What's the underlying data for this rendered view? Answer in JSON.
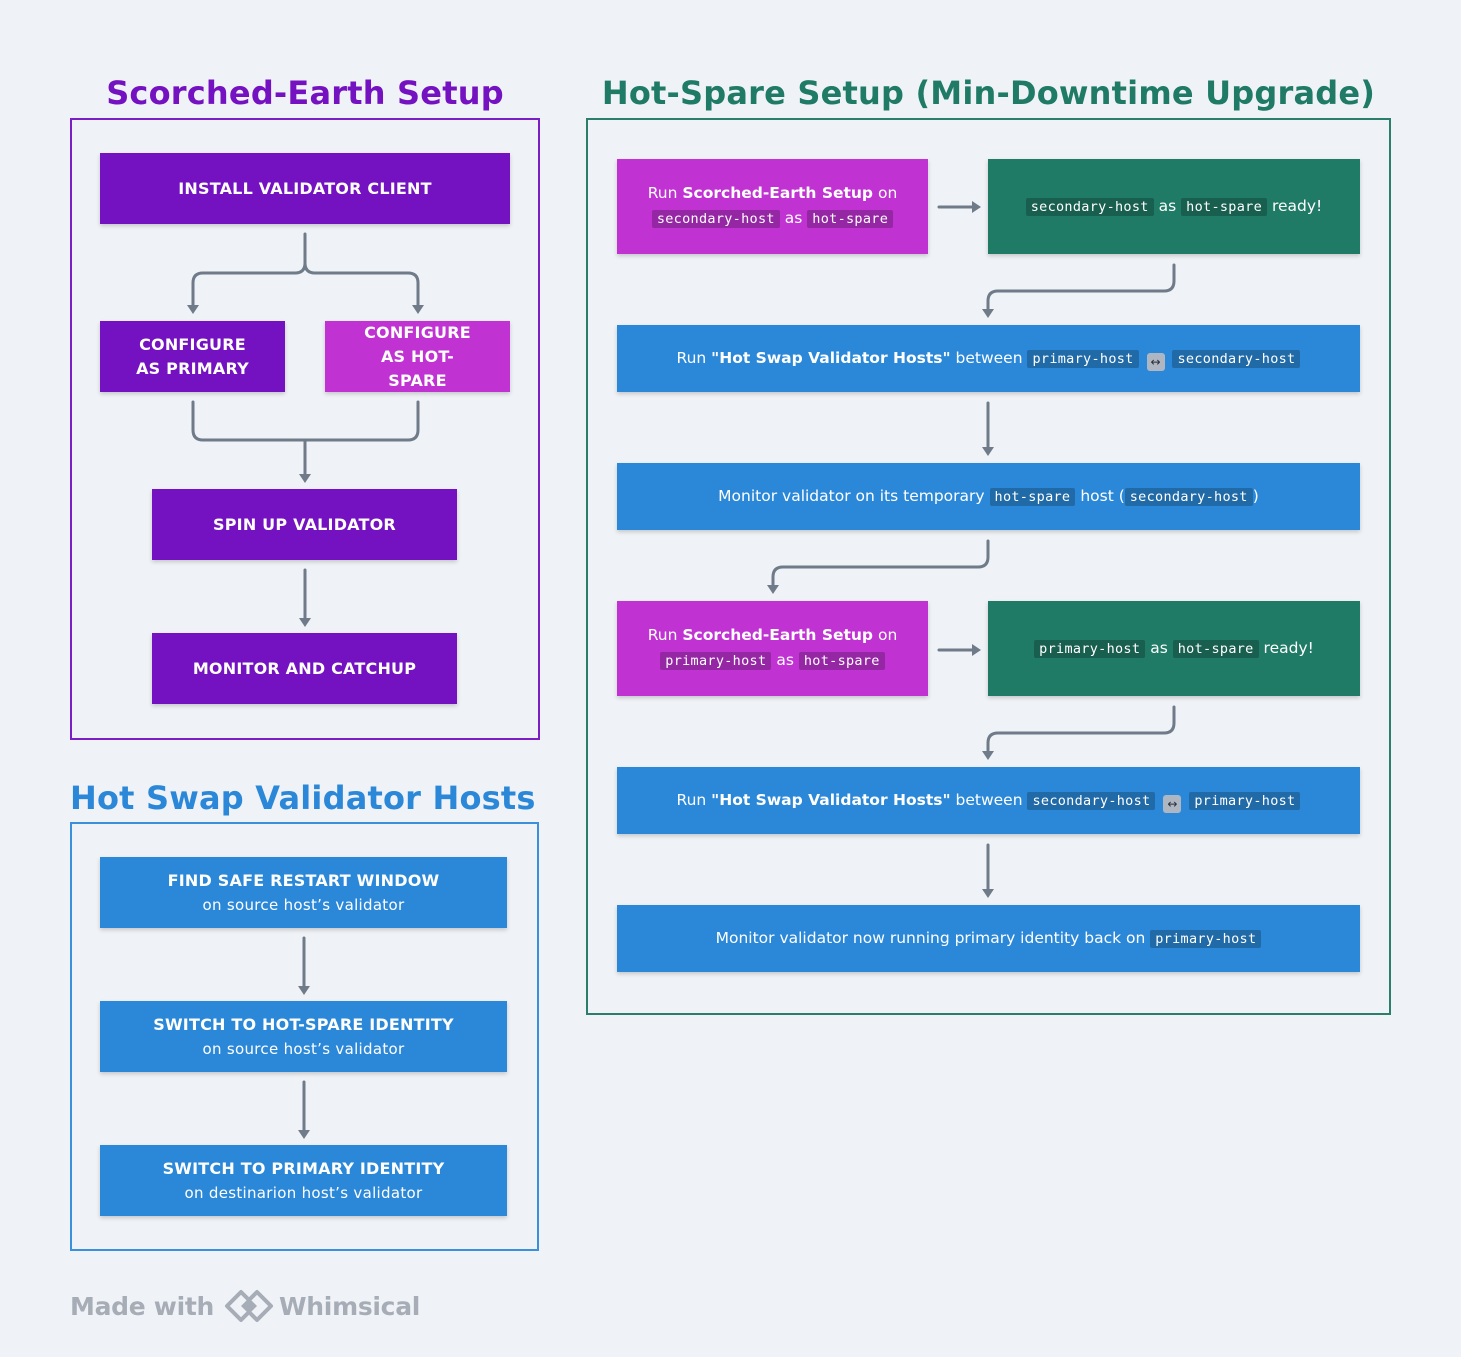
{
  "colors": {
    "background": "#eff2f6",
    "scorched_title": "#7411c1",
    "hotspare_title": "#1f7a66",
    "hotswap_title": "#2b88d8",
    "purple_box": "#7411c1",
    "magenta_box": "#c033d2",
    "green_box": "#1f7a66",
    "blue_box": "#2b88d8",
    "connector": "#6f7b89"
  },
  "scorched": {
    "title": "Scorched-Earth Setup",
    "install": "INSTALL VALIDATOR CLIENT",
    "configure_primary": "CONFIGURE AS PRIMARY",
    "configure_hotspare": "CONFIGURE AS HOT-SPARE",
    "spin_up": "SPIN UP VALIDATOR",
    "monitor": "MONITOR AND CATCHUP"
  },
  "hotswap": {
    "title": "Hot Swap Validator Hosts",
    "steps": [
      {
        "title": "FIND SAFE RESTART WINDOW",
        "sub": "on source host’s validator"
      },
      {
        "title": "SWITCH TO HOT-SPARE IDENTITY",
        "sub": "on source host’s validator"
      },
      {
        "title": "SWITCH TO PRIMARY IDENTITY",
        "sub": "on destinarion host’s validator"
      }
    ]
  },
  "hotspare": {
    "title": "Hot-Spare Setup (Min-Downtime Upgrade)",
    "words": {
      "run": "Run",
      "scorched_earth_setup": "Scorched-Earth Setup",
      "on": "on",
      "as": "as",
      "ready": "ready!",
      "between": "between",
      "quote_open": "\"",
      "quote_close": "\"",
      "hot_swap_validator_hosts": "Hot Swap Validator Hosts",
      "monitor_temporary": "Monitor validator on its temporary",
      "host_paren_open": "host (",
      "paren_close": ")",
      "monitor_back": "Monitor validator now running primary identity back on"
    },
    "codes": {
      "secondary_host": "secondary-host",
      "primary_host": "primary-host",
      "hot_spare": "hot-spare"
    },
    "swap_icon": "left-right-arrow-icon"
  },
  "footer": {
    "made_with": "Made with",
    "brand": "Whimsical",
    "logo_icon": "whimsical-logo-icon"
  }
}
